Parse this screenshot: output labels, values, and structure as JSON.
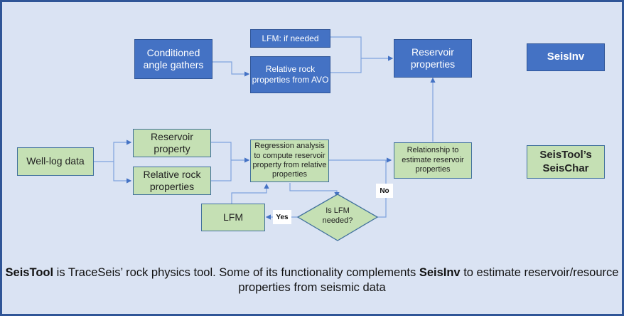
{
  "diagram": {
    "blue_nodes": {
      "conditioned_gathers": "Conditioned angle gathers",
      "lfm_if_needed": "LFM: if needed",
      "relative_rock_avo": "Relative rock properties from AVO",
      "reservoir_properties": "Reservoir properties",
      "seisinv": "SeisInv"
    },
    "green_nodes": {
      "well_log": "Well-log data",
      "reservoir_property": "Reservoir property",
      "relative_rock": "Relative rock properties",
      "regression": "Regression analysis to compute reservoir property from relative properties",
      "relationship": "Relationship to estimate reservoir properties",
      "lfm": "LFM",
      "seistool_seischar": "SeisTool’s SeisChar"
    },
    "decision": {
      "text": "Is LFM needed?",
      "yes": "Yes",
      "no": "No"
    },
    "colors": {
      "blue": "#4472c4",
      "green": "#c5e0b4",
      "background": "#dae3f3",
      "connector": "#5b8fd6"
    }
  },
  "caption": {
    "bold1": "SeisTool",
    "text1": " is TraceSeis’ rock physics tool. Some of its functionality complements ",
    "bold2": "SeisInv",
    "text2": " to estimate reservoir/resource properties from seismic data"
  }
}
